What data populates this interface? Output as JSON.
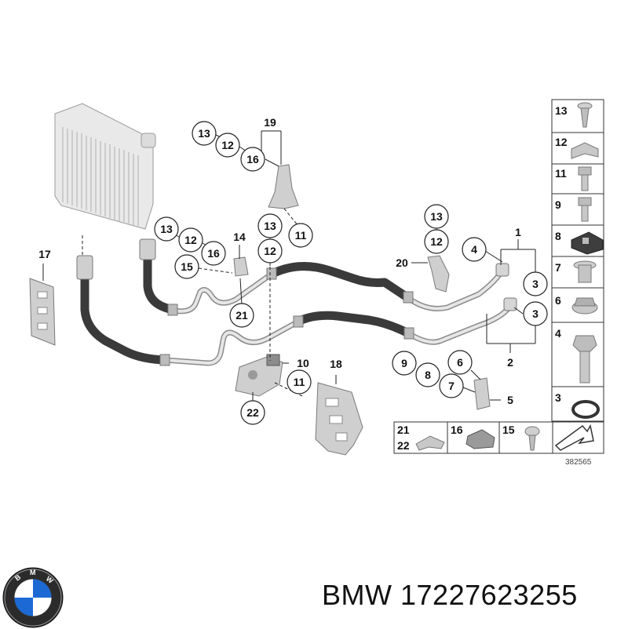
{
  "diagram": {
    "callouts": [
      {
        "id": "c13a",
        "label": "13"
      },
      {
        "id": "c12a",
        "label": "12"
      },
      {
        "id": "c16a",
        "label": "16"
      },
      {
        "id": "c19",
        "label": "19"
      },
      {
        "id": "c11a",
        "label": "11"
      },
      {
        "id": "c13b",
        "label": "13"
      },
      {
        "id": "c12b",
        "label": "12"
      },
      {
        "id": "c16b",
        "label": "16"
      },
      {
        "id": "c15",
        "label": "15"
      },
      {
        "id": "c14",
        "label": "14"
      },
      {
        "id": "c21",
        "label": "21"
      },
      {
        "id": "c13c",
        "label": "13"
      },
      {
        "id": "c12c",
        "label": "12"
      },
      {
        "id": "c13d",
        "label": "13"
      },
      {
        "id": "c12d",
        "label": "12"
      },
      {
        "id": "c20",
        "label": "20"
      },
      {
        "id": "c4",
        "label": "4"
      },
      {
        "id": "c1",
        "label": "1"
      },
      {
        "id": "c3a",
        "label": "3"
      },
      {
        "id": "c3b",
        "label": "3"
      },
      {
        "id": "c2",
        "label": "2"
      },
      {
        "id": "c17",
        "label": "17"
      },
      {
        "id": "c10",
        "label": "10"
      },
      {
        "id": "c11b",
        "label": "11"
      },
      {
        "id": "c22",
        "label": "22"
      },
      {
        "id": "c18",
        "label": "18"
      },
      {
        "id": "c9",
        "label": "9"
      },
      {
        "id": "c8",
        "label": "8"
      },
      {
        "id": "c6",
        "label": "6"
      },
      {
        "id": "c7",
        "label": "7"
      },
      {
        "id": "c5",
        "label": "5"
      }
    ],
    "parts_table": [
      "13",
      "12",
      "11",
      "9",
      "8",
      "7",
      "6",
      "4",
      "3"
    ],
    "bottom_table": [
      "21",
      "22",
      "16",
      "15"
    ],
    "reference_code": "382565"
  },
  "footer": {
    "brand": "BMW",
    "part_number": "17227623255"
  },
  "colors": {
    "hose": "#3a3a3a",
    "pipe": "#e6e6e6",
    "line": "#222222",
    "logo_blue": "#1c69d4"
  },
  "icons": {
    "logo": "bmw-roundel-icon"
  }
}
